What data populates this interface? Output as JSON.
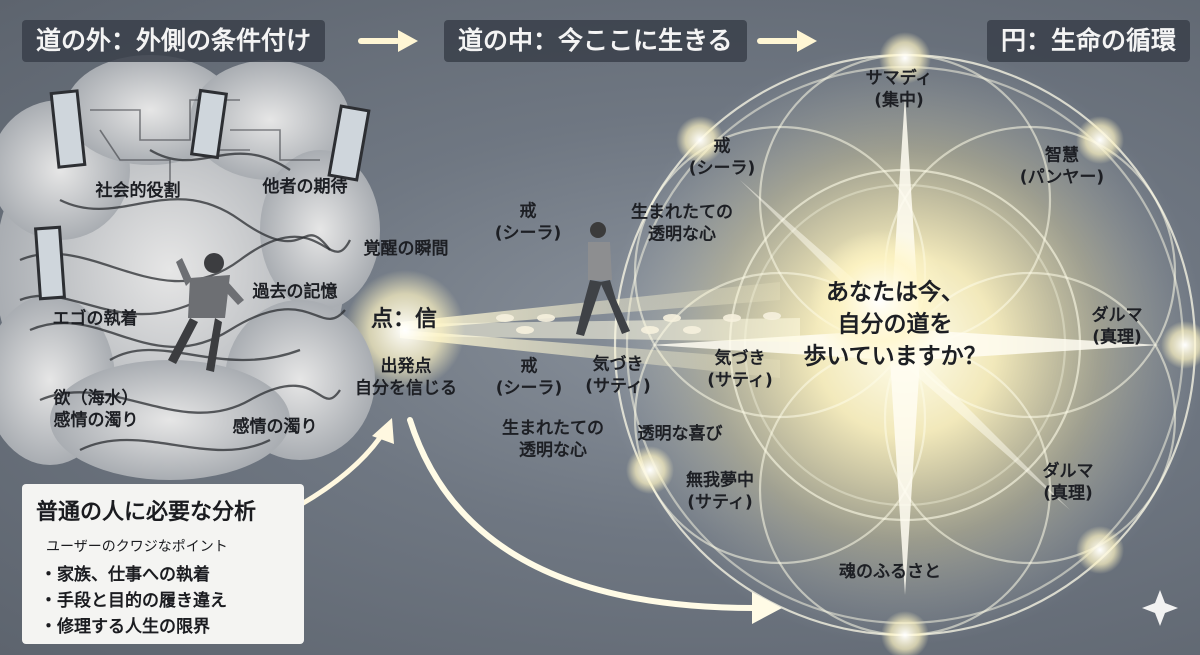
{
  "header": {
    "outside": "道の外：外側の条件付け",
    "inside": "道の中：今ここに生きる",
    "circle": "円：生命の循環"
  },
  "cloud": {
    "labels": [
      "社会的役割",
      "他者の期待",
      "過去の記憶",
      "エゴの執着",
      "欲（海水）\n感情の濁り",
      "感情の濁り"
    ]
  },
  "path": {
    "awakening": "覚醒の瞬間",
    "point": "点：信",
    "start": "出発点\n自分を信じる",
    "labels": [
      "戒\n(シーラ)",
      "生まれたての\n透明な心",
      "戒\n(シーラ)",
      "気づき\n(サティ)",
      "気づき\n(サティ)",
      "生まれたての\n透明な心",
      "透明な喜び",
      "無我夢中\n(サティ)"
    ]
  },
  "circle": {
    "center": "あなたは今、\n自分の道を\n歩いていますか？",
    "labels": [
      "サマディ\n(集中)",
      "戒\n(シーラ)",
      "智慧\n(パンヤー)",
      "ダルマ\n(真理)",
      "ダルマ\n(真理)",
      "魂のふるさと"
    ]
  },
  "analysis": {
    "title": "普通の人に必要な分析",
    "subtitle": "ユーザーのクワジなポイント",
    "items": [
      "家族、仕事への執着",
      "手段と目的の履き違え",
      "修理する人生の限界"
    ]
  },
  "colors": {
    "glow": "#fff6c8",
    "gold": "#f3d77a",
    "header_bg": "#3a404a",
    "cloud": "#d9dadb"
  },
  "icons": [
    "mirror-icon",
    "walking-person-icon",
    "falling-person-icon",
    "sparkle-icon",
    "arrow-icon",
    "footprint-icon"
  ]
}
